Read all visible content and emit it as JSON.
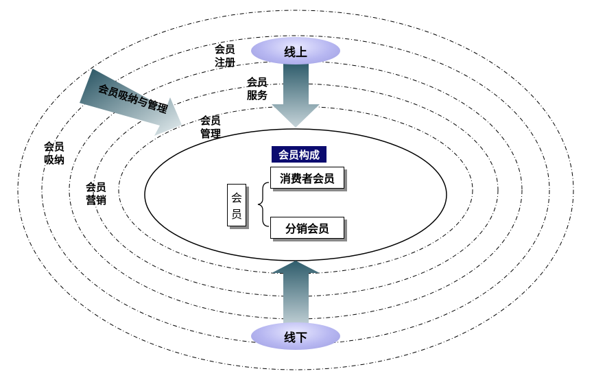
{
  "rings": {
    "register": [
      "会员",
      "注册"
    ],
    "service": [
      "会员",
      "服务"
    ],
    "manage": [
      "会员",
      "管理"
    ],
    "absorb": [
      "会员",
      "吸纳"
    ],
    "marketing": [
      "会员",
      "营销"
    ]
  },
  "channels": {
    "online": "线上",
    "offline": "线下"
  },
  "arrow_label": "会员吸纳与管理",
  "core": {
    "title": "会员构成",
    "member_vertical": [
      "会",
      "员"
    ],
    "types": [
      "消费者会员",
      "分销会员"
    ]
  },
  "colors": {
    "title_bg": "#0b0b6f",
    "pill_fill": "#b7b7f1",
    "arrow_dark": "#2e5c6b",
    "arrow_light": "#c6d4d9"
  }
}
